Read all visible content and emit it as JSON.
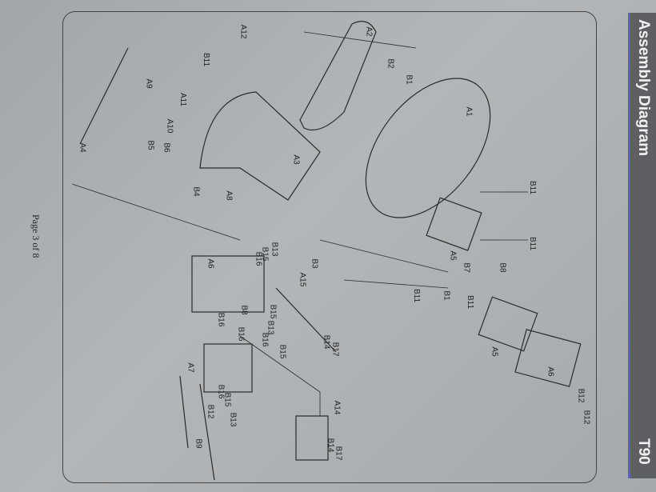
{
  "header": {
    "title": "Assembly Diagram",
    "model": "T90"
  },
  "footer": {
    "page": "Page 3 of 8"
  },
  "labels": [
    "A12",
    "A2",
    "B2",
    "B11",
    "B1",
    "A1",
    "A11",
    "A9",
    "A10",
    "B6",
    "B5",
    "A4",
    "A3",
    "B4",
    "A8",
    "B11",
    "B11",
    "A5",
    "B7",
    "B8",
    "B3",
    "A15",
    "B13",
    "B15",
    "B16",
    "A6",
    "B11",
    "B1",
    "B11",
    "A5",
    "A6",
    "B12",
    "B12",
    "B8",
    "B15",
    "B13",
    "B15",
    "B16",
    "B16",
    "B16",
    "B14",
    "B17",
    "A7",
    "B12",
    "B13",
    "B15",
    "B16",
    "A14",
    "B14",
    "B17",
    "B9"
  ]
}
